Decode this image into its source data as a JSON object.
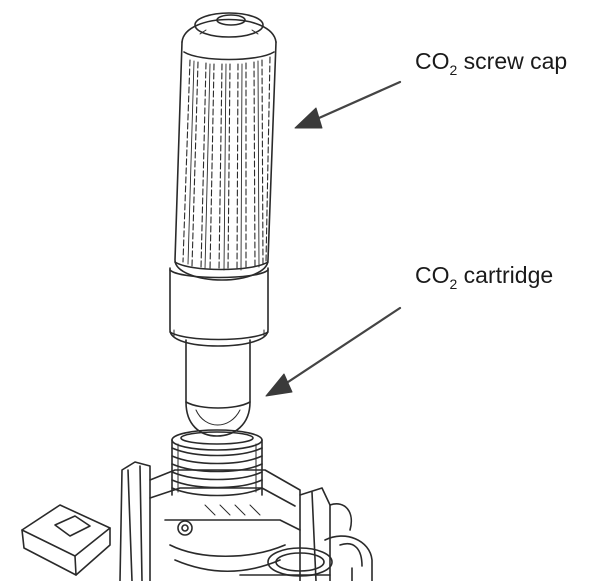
{
  "labels": {
    "screw_cap": {
      "prefix": "CO",
      "subscript": "2",
      "suffix": " screw cap"
    },
    "cartridge": {
      "prefix": "CO",
      "subscript": "2",
      "suffix": " cartridge"
    }
  },
  "colors": {
    "line": "#2a2a2a",
    "fill": "#ffffff",
    "text": "#1a1a1a"
  }
}
